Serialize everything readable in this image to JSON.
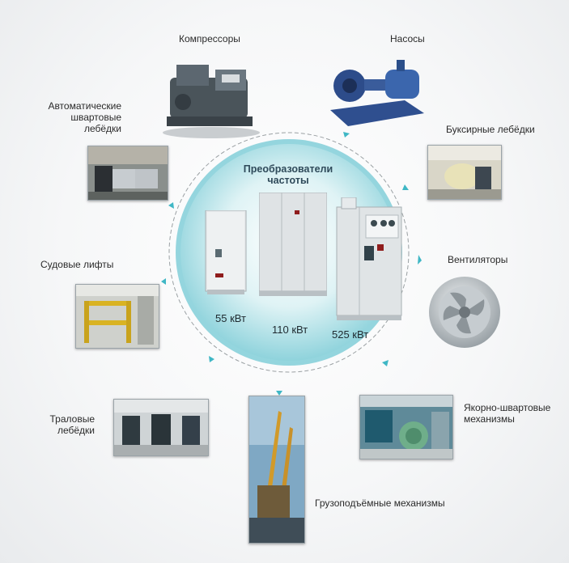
{
  "center": {
    "title": "Преобразователи частоты",
    "cabinets": [
      "55 кВт",
      "110 кВт",
      "525 кВт"
    ]
  },
  "items": {
    "compressors": "Компрессоры",
    "pumps": "Насосы",
    "auto_winches": "Автоматические швартовые лебёдки",
    "towing_winches": "Буксирные лебёдки",
    "ship_lifts": "Судовые лифты",
    "fans": "Вентиляторы",
    "trawl_winches": "Траловые лебёдки",
    "anchor_mechanisms": "Якорно-швартовые механизмы",
    "cargo_mechanisms": "Грузоподъёмные механизмы"
  },
  "colors": {
    "accent": "#3fb7c5",
    "circle_fill": "#a9dde3",
    "text": "#2a2a2a"
  },
  "icons": {
    "connector": "chevron-arrow-icon"
  }
}
